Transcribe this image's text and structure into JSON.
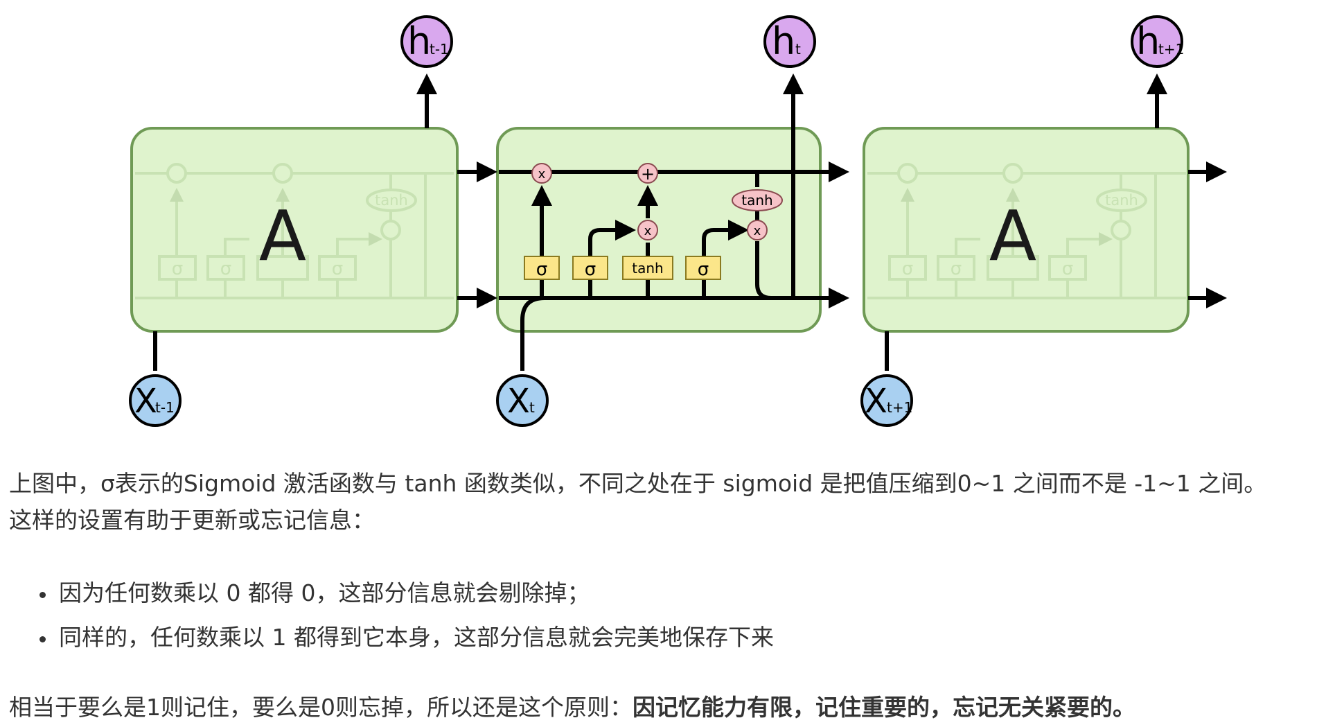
{
  "diagram": {
    "cells": {
      "left_label": "A",
      "right_label": "A"
    },
    "outputs": [
      {
        "main": "h",
        "sub": "t-1"
      },
      {
        "main": "h",
        "sub": "t"
      },
      {
        "main": "h",
        "sub": "t+1"
      }
    ],
    "inputs": [
      {
        "main": "X",
        "sub": "t-1"
      },
      {
        "main": "X",
        "sub": "t"
      },
      {
        "main": "X",
        "sub": "t+1"
      }
    ],
    "gates": {
      "sigma": "σ",
      "tanh": "tanh",
      "multiply": "x",
      "add": "+"
    },
    "colors": {
      "cell_fill": "#dff3cd",
      "cell_border": "#6f9a55",
      "output_node": "#d9a8ee",
      "input_node": "#a9d0f1",
      "gate_box": "#fbe68a",
      "pointwise_op": "#f6c3c8"
    }
  },
  "text": {
    "para1_line1": "上图中，σ表示的Sigmoid 激活函数与 tanh 函数类似，不同之处在于 sigmoid 是把值压缩到0~1 之间而不是 -1~1 之间。",
    "para1_line2": "这样的设置有助于更新或忘记信息：",
    "bullets": [
      "因为任何数乘以 0 都得 0，这部分信息就会剔除掉；",
      "同样的，任何数乘以 1 都得到它本身，这部分信息就会完美地保存下来"
    ],
    "para2_normal": "相当于要么是1则记住，要么是0则忘掉，所以还是这个原则：",
    "para2_bold": "因记忆能力有限，记住重要的，忘记无关紧要的。"
  }
}
